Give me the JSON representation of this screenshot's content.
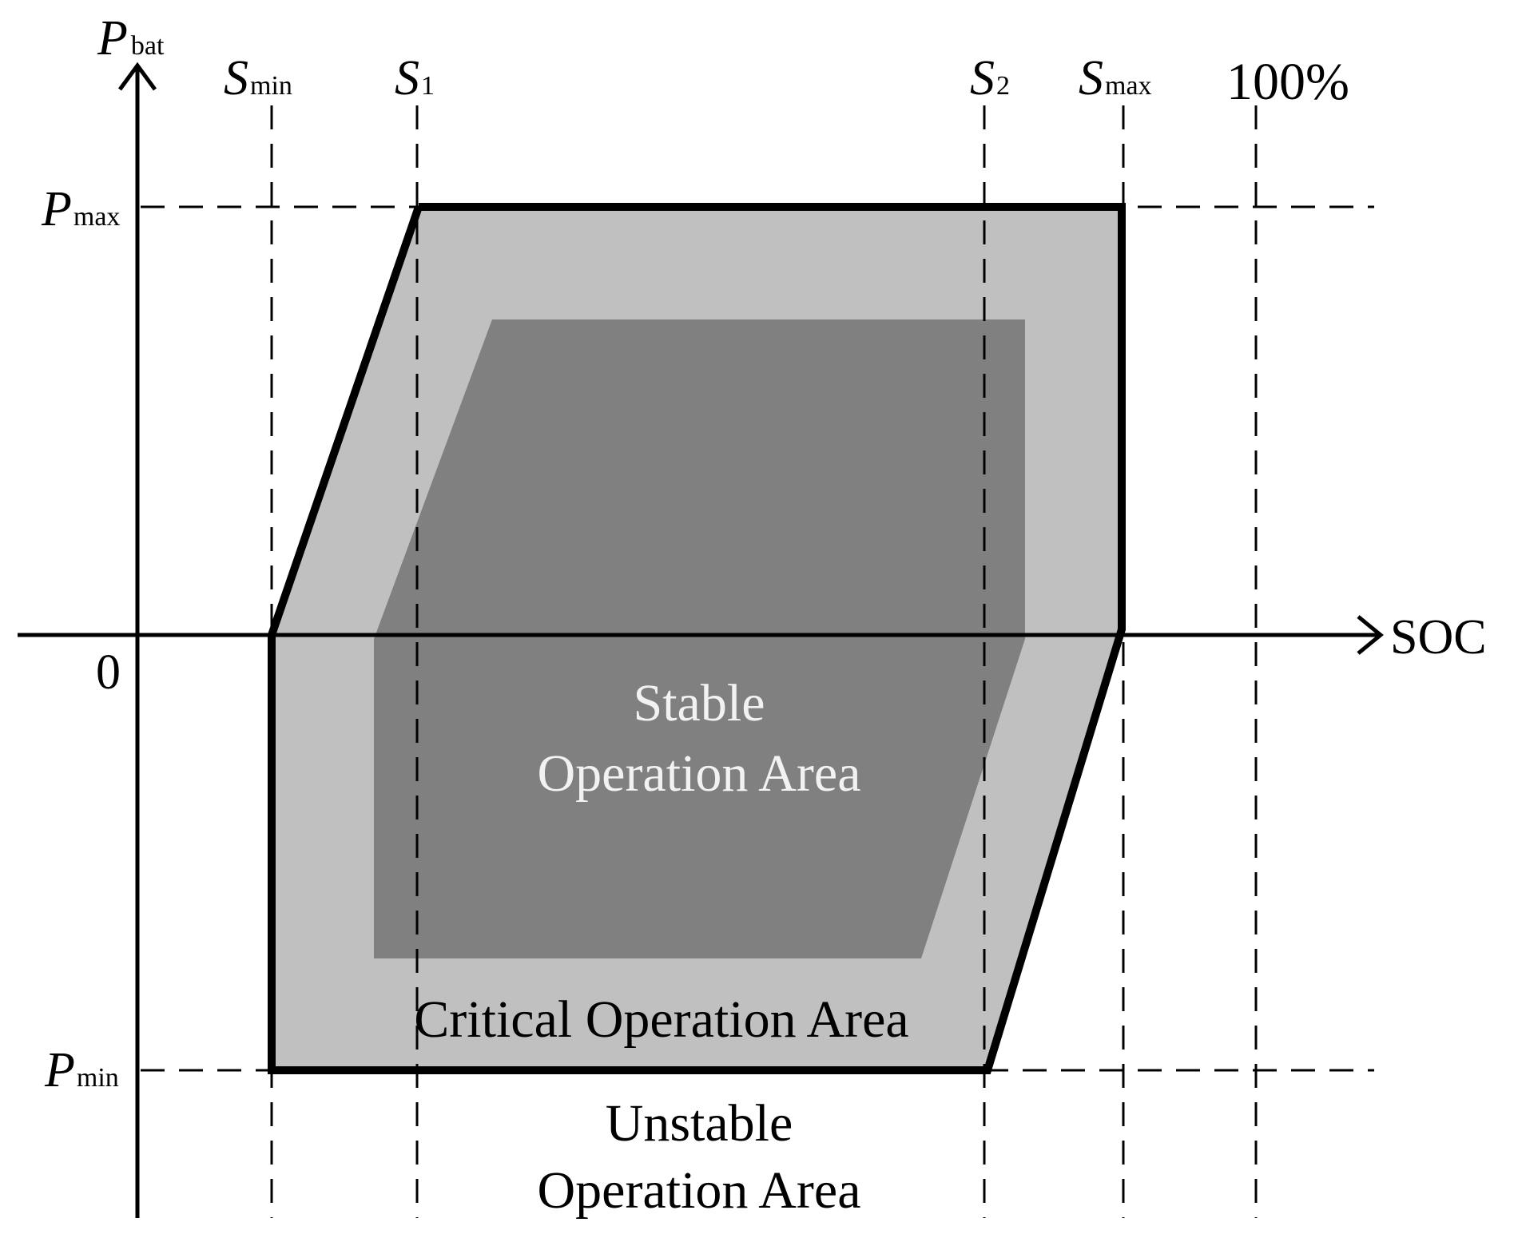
{
  "axes": {
    "y_label": "P",
    "y_label_sub": "bat",
    "x_label": "SOC",
    "origin": "0"
  },
  "vertical_markers": [
    {
      "main": "S",
      "sub": "min"
    },
    {
      "main": "S",
      "sub": "1"
    },
    {
      "main": "S",
      "sub": "2"
    },
    {
      "main": "S",
      "sub": "max"
    },
    {
      "main": "100%",
      "sub": ""
    }
  ],
  "horizontal_markers": [
    {
      "main": "P",
      "sub": "max"
    },
    {
      "main": "P",
      "sub": "min"
    }
  ],
  "areas": {
    "stable_line1": "Stable",
    "stable_line2": "Operation Area",
    "critical": "Critical Operation Area",
    "unstable_line1": "Unstable",
    "unstable_line2": "Operation Area"
  },
  "colors": {
    "stable_fill": "#808080",
    "critical_fill": "#c0c0c0",
    "stable_text": "#f2f2f2",
    "ink": "#000000"
  }
}
